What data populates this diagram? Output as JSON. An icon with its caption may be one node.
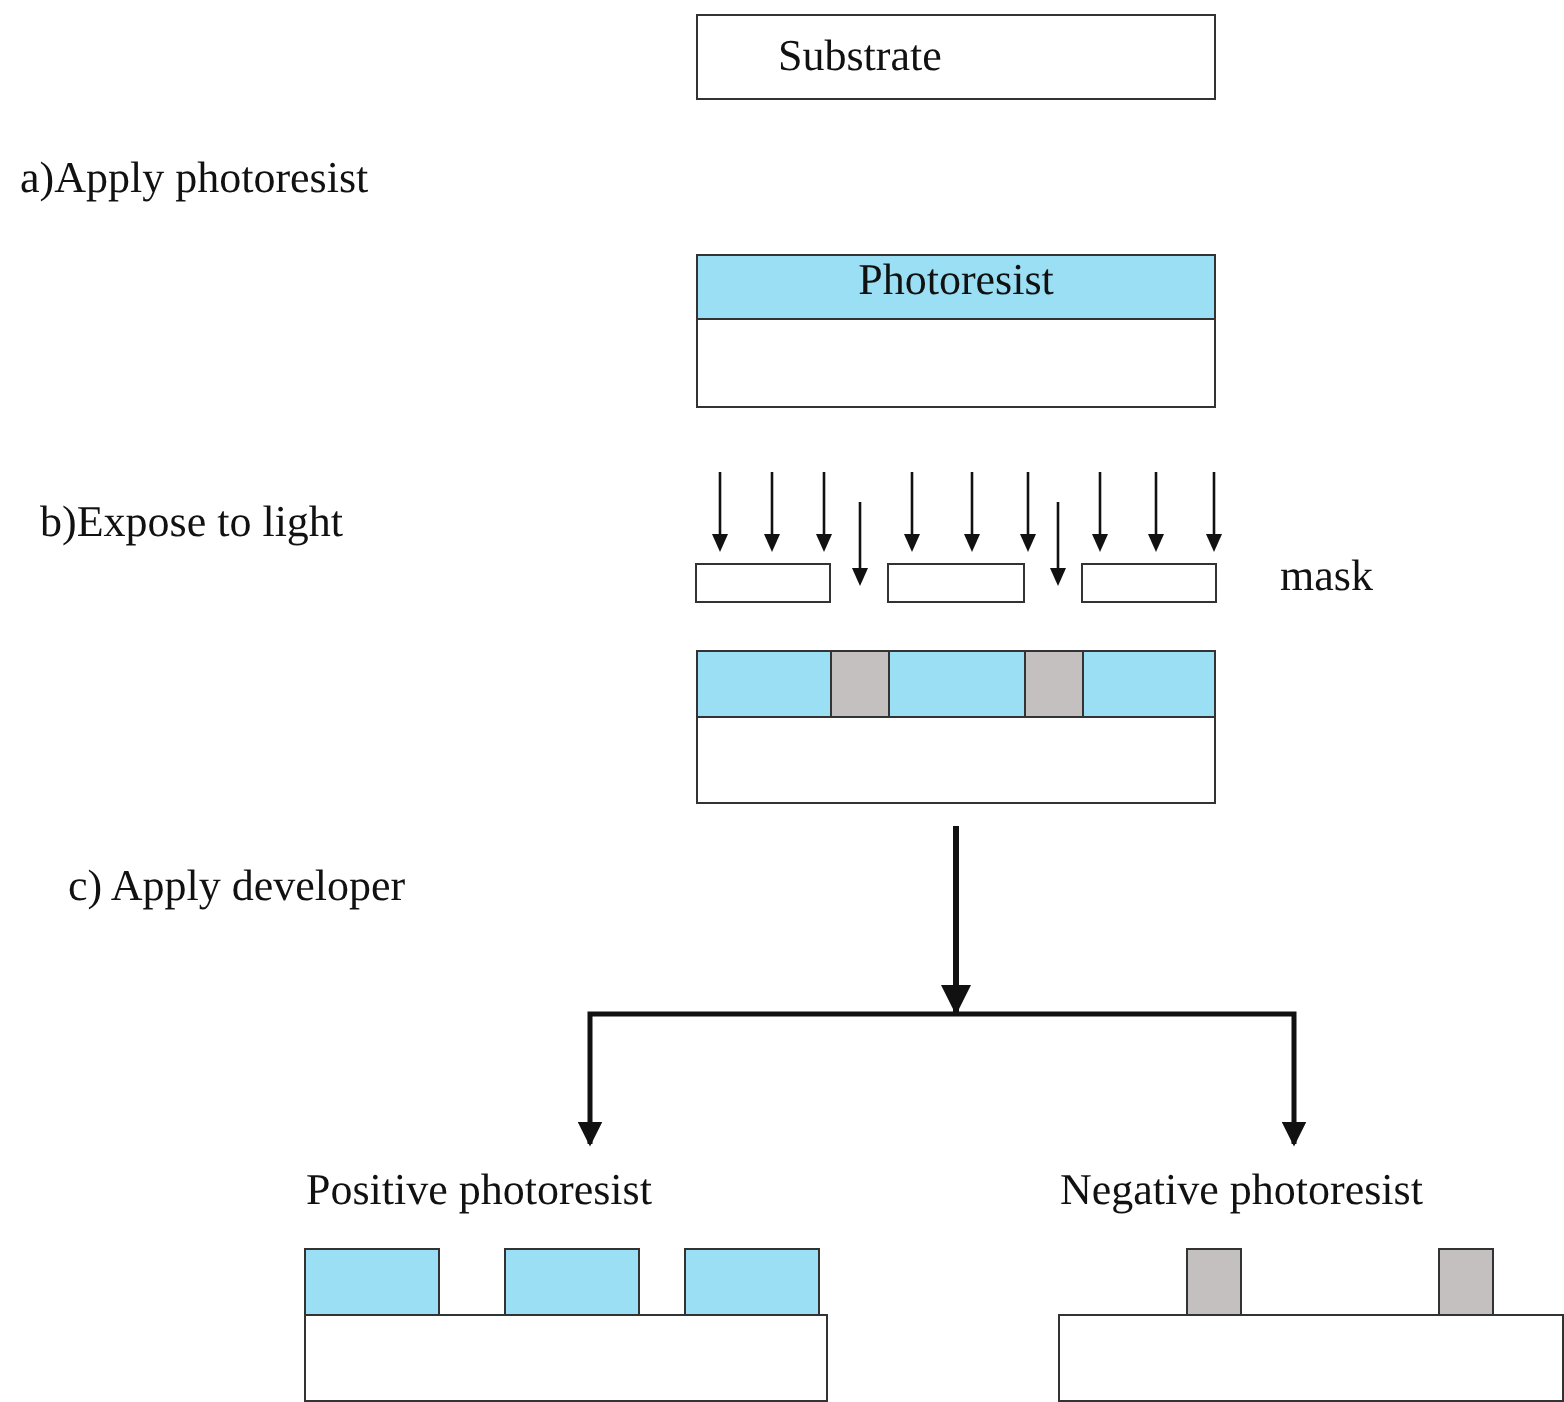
{
  "diagram": {
    "nodes": [
      {
        "text": [
          "Substrate"
        ]
      },
      {
        "text": [
          "Photoresist"
        ]
      },
      {
        "text": [],
        "shape": "box"
      },
      {
        "text": [
          "Positive photoresist"
        ]
      },
      {
        "text": [
          "Negative photoresist"
        ]
      }
    ],
    "edges": [
      {
        "from": 2,
        "to": 3,
        "arrow": "to"
      },
      {
        "from": 2,
        "to": 4,
        "arrow": "to"
      }
    ],
    "labels": [
      "a)Apply photoresist",
      "b)Expose to light",
      "mask",
      "c) Apply developer"
    ]
  }
}
